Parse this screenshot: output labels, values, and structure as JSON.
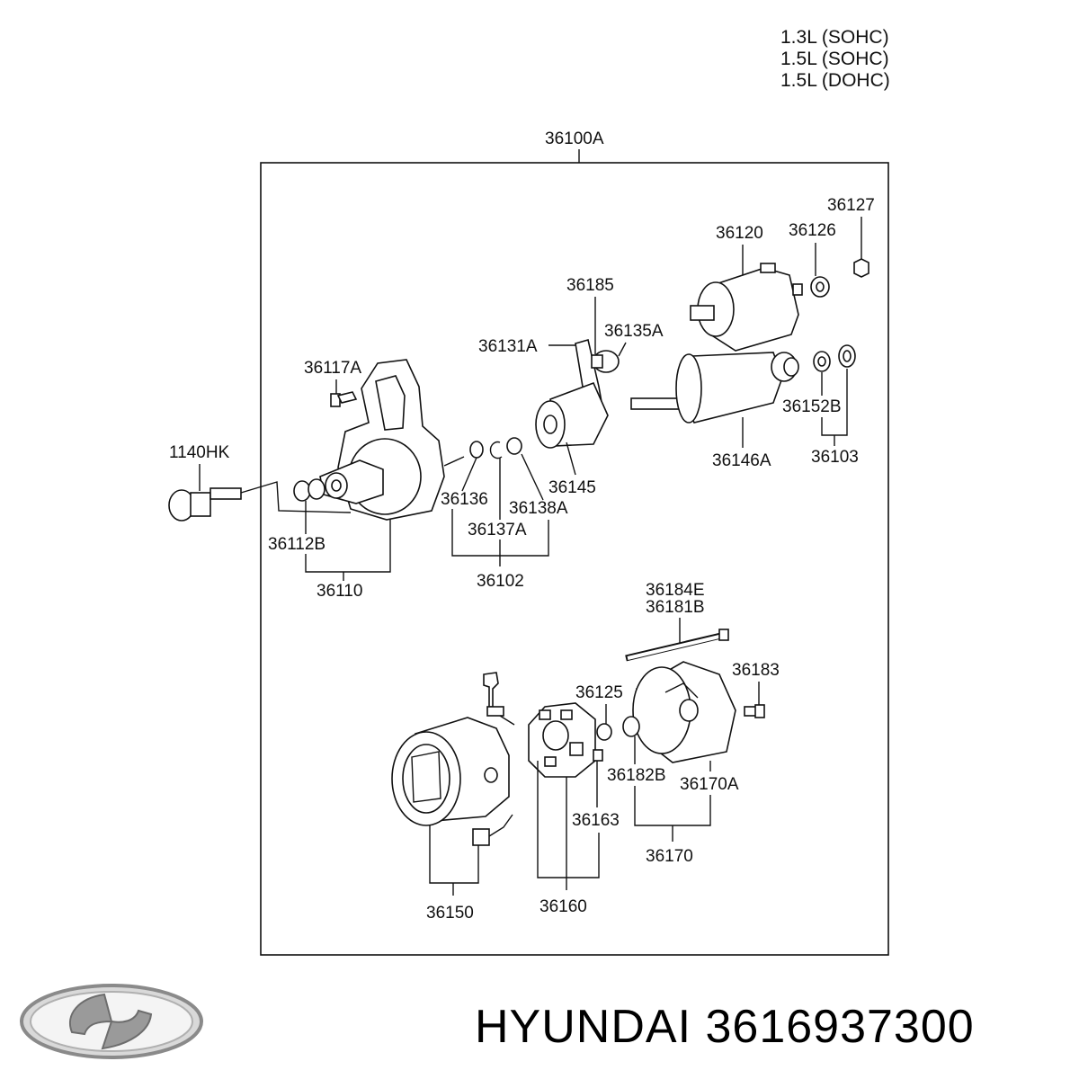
{
  "engine_specs": [
    "1.3L (SOHC)",
    "1.5L (SOHC)",
    "1.5L (DOHC)"
  ],
  "assembly_label": "36100A",
  "parts": {
    "p36127": "36127",
    "p36120": "36120",
    "p36126": "36126",
    "p36185": "36185",
    "p36135A": "36135A",
    "p36131A": "36131A",
    "p36117A": "36117A",
    "p1140HK": "1140HK",
    "p36152B": "36152B",
    "p36103": "36103",
    "p36146A": "36146A",
    "p36145": "36145",
    "p36136": "36136",
    "p36138A": "36138A",
    "p36137A": "36137A",
    "p36112B": "36112B",
    "p36110": "36110",
    "p36102": "36102",
    "p36184E": "36184E",
    "p36181B": "36181B",
    "p36183": "36183",
    "p36125": "36125",
    "p36182B": "36182B",
    "p36170A": "36170A",
    "p36163": "36163",
    "p36170": "36170",
    "p36150": "36150",
    "p36160": "36160"
  },
  "footer": {
    "brand": "HYUNDAI",
    "part_number": "3616937300"
  },
  "colors": {
    "line": "#111111",
    "background": "#ffffff",
    "logo_silver": "#9a9a9a"
  }
}
